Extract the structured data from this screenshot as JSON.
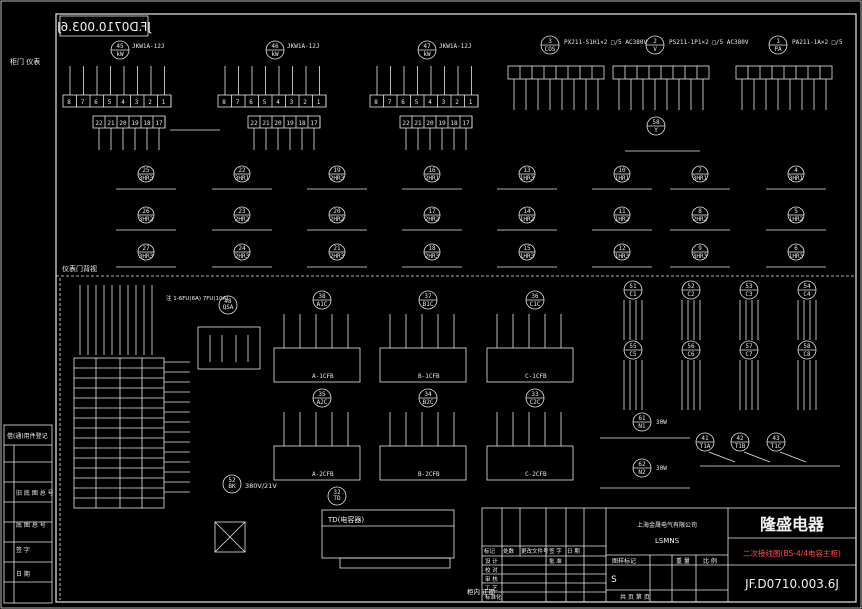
{
  "drawing": {
    "number_mirrored": "JF.D0710.003.6J",
    "number": "JF.D0710.003.6J",
    "company": "上海金晟电气有限公司",
    "company_en": "LSMNS",
    "brand": "隆盛电器",
    "subtitle": "二次接线图(BS-4/4电容主柜)"
  },
  "left_labels": {
    "door_side": "柜门 仪表",
    "cabinet_front": "仪表门背视",
    "rows": [
      "借(通)用件登记",
      "旧 底 图 总 号",
      "底 图 总 号",
      "签 字",
      "日 期"
    ]
  },
  "sections": {
    "bottom_label": "柜内 正面",
    "tb_title": "TD(电容器)",
    "transformer": "380V/21V",
    "fuse_note": "注 1-6FU(6A)\n7FU(10A)"
  },
  "title_block": {
    "headers": [
      "标记",
      "处数",
      "更改文件号",
      "签 字",
      "日 期"
    ],
    "rows": [
      "设 计",
      "校 对",
      "审 核",
      "工 艺",
      "标准化",
      "批 准"
    ],
    "right_headers": [
      "图样标记",
      "重 量",
      "比 例"
    ],
    "s_mark": "S",
    "sheet": "共  页   第  页"
  },
  "meters": {
    "kw_meters": [
      {
        "id": "45",
        "code": "kW",
        "label": "JKW1A-12J"
      },
      {
        "id": "46",
        "code": "kW",
        "label": "JKW1A-12J"
      },
      {
        "id": "47",
        "code": "kW",
        "label": "JKW1A-12J"
      }
    ],
    "cos_meter": {
      "id": "3",
      "code": "COS",
      "label": "PX211-S1H1×2 □/5 AC380V"
    },
    "v_meter": {
      "id": "2",
      "code": "V",
      "label": "PS211-1P1×2 □/5 AC380V"
    },
    "a_meter": {
      "id": "1",
      "code": "PA",
      "label": "PA211-1A×2 □/5"
    }
  },
  "lamps": [
    {
      "id": "25",
      "label": "3HR3"
    },
    {
      "id": "22",
      "label": "3HR1"
    },
    {
      "id": "19",
      "label": "2HR3"
    },
    {
      "id": "16",
      "label": "2HR1"
    },
    {
      "id": "13",
      "label": "1HR3"
    },
    {
      "id": "10",
      "label": "1HR1"
    },
    {
      "id": "7",
      "label": "3HR1"
    },
    {
      "id": "4",
      "label": "3HR1"
    },
    {
      "id": "26",
      "label": "3HR2"
    },
    {
      "id": "23",
      "label": "2HR2"
    },
    {
      "id": "20",
      "label": "2HR2"
    },
    {
      "id": "17",
      "label": "2HR2"
    },
    {
      "id": "14",
      "label": "1HR2"
    },
    {
      "id": "11",
      "label": "1HR2"
    },
    {
      "id": "8",
      "label": "2HR2"
    },
    {
      "id": "5",
      "label": "1HR2"
    },
    {
      "id": "27",
      "label": "3HR3"
    },
    {
      "id": "24",
      "label": "2HR3"
    },
    {
      "id": "21",
      "label": "2HR3"
    },
    {
      "id": "18",
      "label": "2HR3"
    },
    {
      "id": "15",
      "label": "1HR3"
    },
    {
      "id": "12",
      "label": "1HR3"
    },
    {
      "id": "9",
      "label": "3HR3"
    },
    {
      "id": "6",
      "label": "1HR3"
    }
  ],
  "contactors": [
    {
      "id": "38",
      "code": "A1C",
      "box": "A-1CFB"
    },
    {
      "id": "37",
      "code": "B1C",
      "box": "B-1CFB"
    },
    {
      "id": "36",
      "code": "C1C",
      "box": "C-1CFB"
    },
    {
      "id": "35",
      "code": "A2C",
      "box": "A-2CFB"
    },
    {
      "id": "34",
      "code": "B2C",
      "box": "B-2CFB"
    },
    {
      "id": "33",
      "code": "C2C",
      "box": "C-2CFB"
    }
  ],
  "switches": [
    {
      "id": "51",
      "code": "C1"
    },
    {
      "id": "52",
      "code": "C2"
    },
    {
      "id": "53",
      "code": "C3"
    },
    {
      "id": "54",
      "code": "C4"
    }
  ],
  "misc": {
    "fu_id": "48",
    "fu_code": "QSA",
    "tx_id": "52",
    "tx_code": "BK",
    "td_id": "32",
    "td_code": "TD",
    "n1": {
      "id": "61",
      "code": "N1",
      "rate": "30W"
    },
    "n2": {
      "id": "62",
      "code": "N2",
      "rate": "30W"
    },
    "t_meter": {
      "id": "58",
      "code": "Y"
    }
  }
}
